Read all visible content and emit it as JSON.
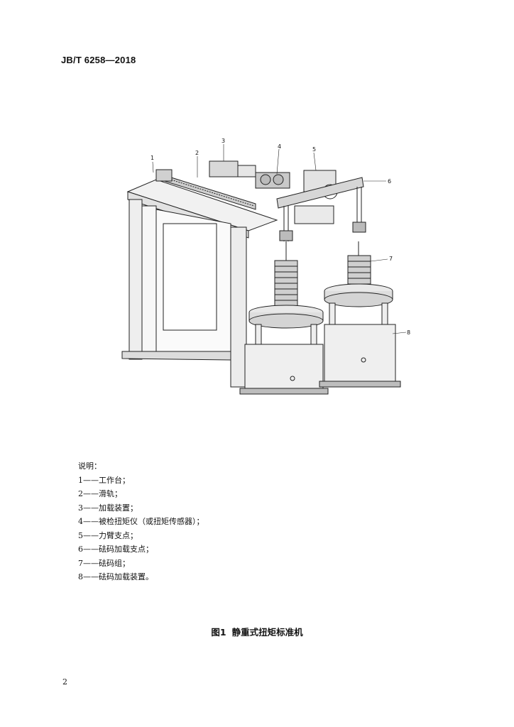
{
  "header": {
    "standard_code": "JB/T 6258—2018"
  },
  "figure": {
    "callouts": [
      "1",
      "2",
      "3",
      "4",
      "5",
      "6",
      "7",
      "8"
    ]
  },
  "legend": {
    "title": "说明：",
    "items": [
      "1——工作台；",
      "2——滑轨；",
      "3——加载装置；",
      "4——被检扭矩仪（或扭矩传感器）；",
      "5——力臂支点；",
      "6——砝码加载支点；",
      "7——砝码组；",
      "8——砝码加载装置。"
    ]
  },
  "caption": {
    "label": "图1",
    "title": "静重式扭矩标准机"
  },
  "page_number": "2"
}
